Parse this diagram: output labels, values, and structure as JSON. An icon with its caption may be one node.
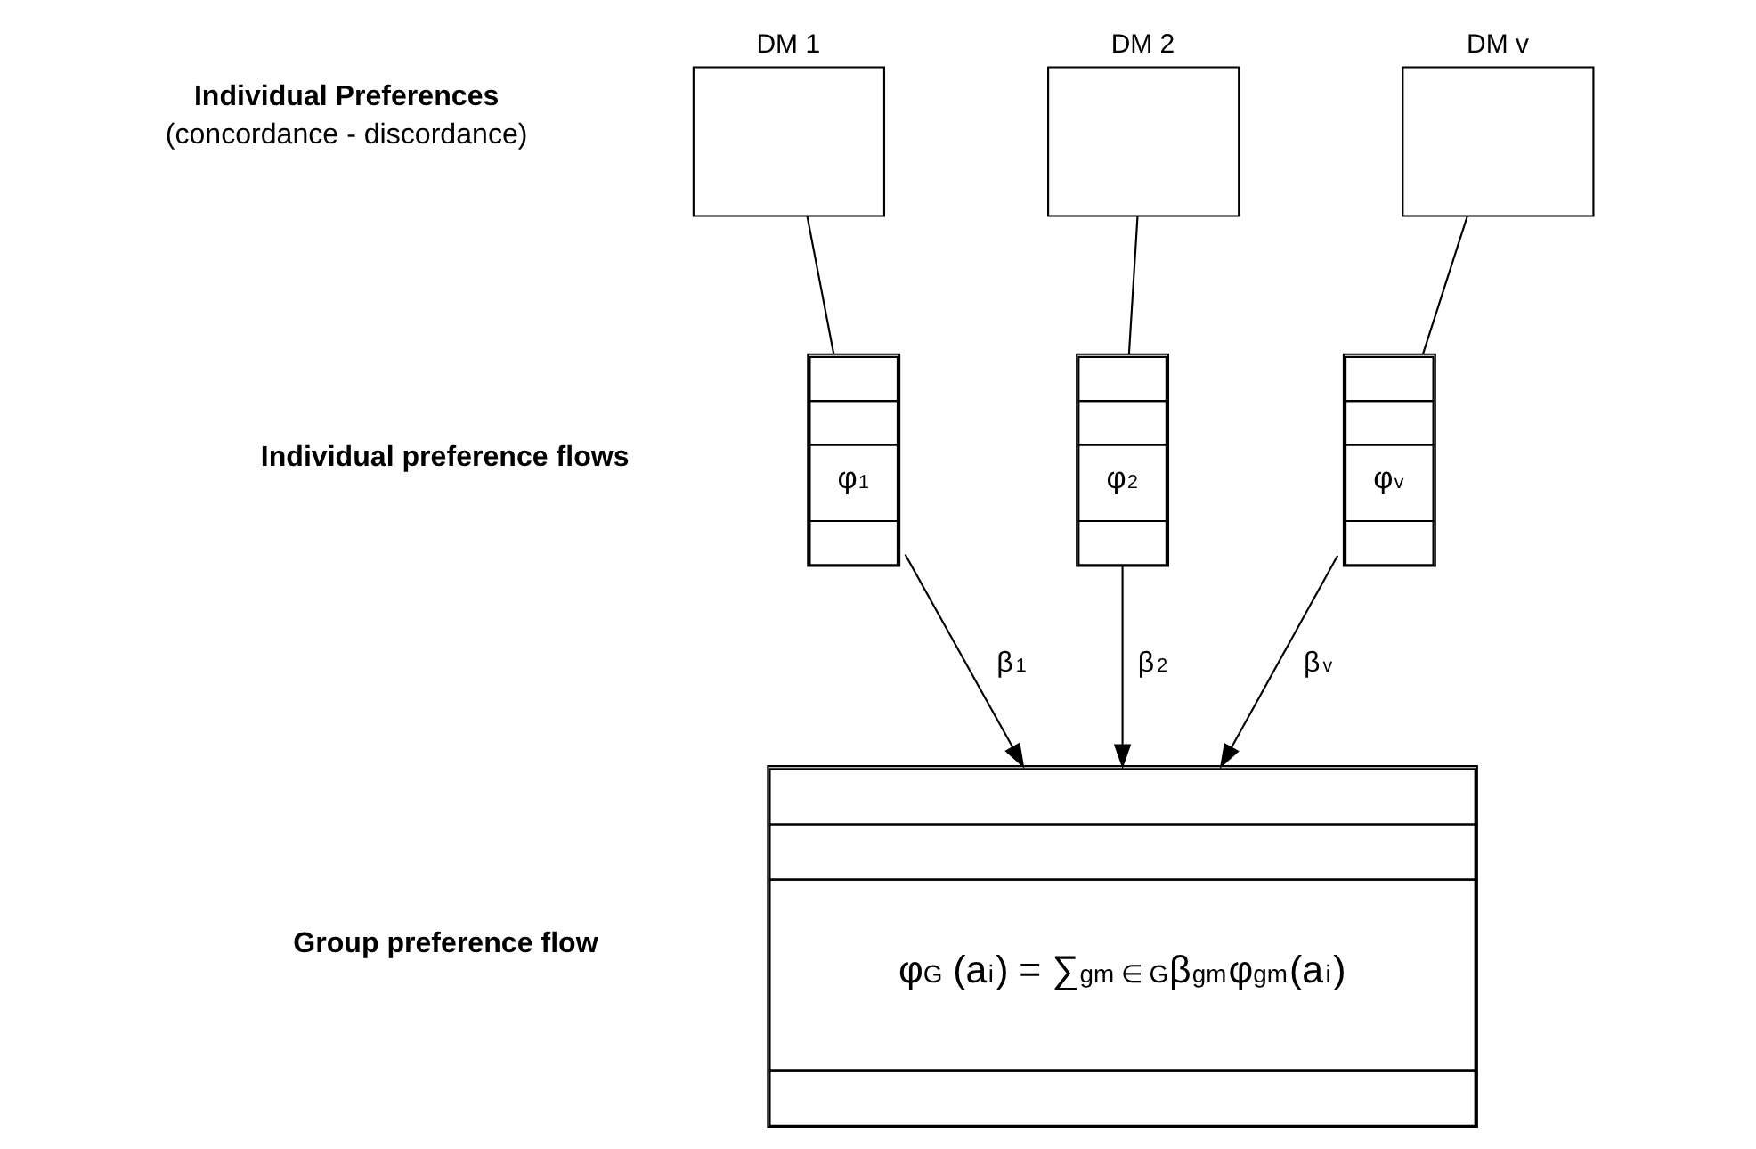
{
  "diagram": {
    "nodes": [
      {
        "text": [
          "DM 1"
        ]
      },
      {
        "text": [
          "DM 2"
        ]
      },
      {
        "text": [
          "DM v"
        ]
      },
      {
        "text": [
          "φ$_{1}$"
        ]
      },
      {
        "text": [
          "φ$_{2}$"
        ]
      },
      {
        "text": [
          "φ$_{v}$"
        ]
      },
      {
        "text": [
          "φ$_{G}$ (a$_{i}$) = ∑$_{gm ∈ G}$β$_{gm}$φ$_{gm}$(a$_{i}$)"
        ]
      }
    ],
    "edges": [
      {
        "from": 0,
        "to": 3,
        "arrow": "none"
      },
      {
        "from": 1,
        "to": 4,
        "arrow": "none"
      },
      {
        "from": 2,
        "to": 5,
        "arrow": "none"
      },
      {
        "from": 3,
        "to": 6,
        "arrow": "to",
        "label": "β$_{1}$"
      },
      {
        "from": 4,
        "to": 6,
        "arrow": "to",
        "label": "β$_{2}$"
      },
      {
        "from": 5,
        "to": 6,
        "arrow": "to",
        "label": "β$_{v}$"
      }
    ],
    "labels": [
      "Individual Preferences",
      "(concordance - discordance)",
      "Individual preference flows",
      "Group preference flow"
    ]
  }
}
